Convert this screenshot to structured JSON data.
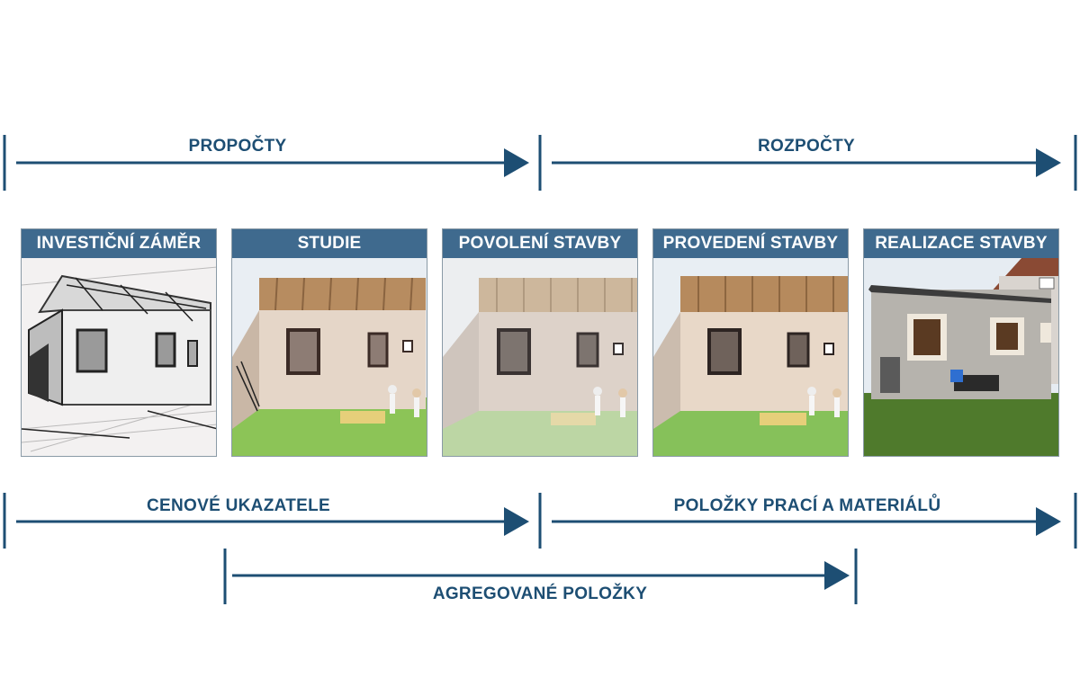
{
  "diagram": {
    "top_arrows": [
      {
        "label": "PROPOČTY"
      },
      {
        "label": "ROZPOČTY"
      }
    ],
    "stages": [
      {
        "title": "INVESTIČNÍ ZÁMĚR"
      },
      {
        "title": "STUDIE"
      },
      {
        "title": "POVOLENÍ STAVBY"
      },
      {
        "title": "PROVEDENÍ STAVBY"
      },
      {
        "title": "REALIZACE STAVBY"
      }
    ],
    "bottom_arrows": [
      {
        "label": "CENOVÉ UKAZATELE"
      },
      {
        "label": "POLOŽKY PRACÍ A MATERIÁLŮ"
      }
    ],
    "lower_arrow": {
      "label": "AGREGOVANÉ POLOŽKY"
    }
  },
  "colors": {
    "arrow": "#1d4e73",
    "stage_header": "#3f6a8e"
  }
}
